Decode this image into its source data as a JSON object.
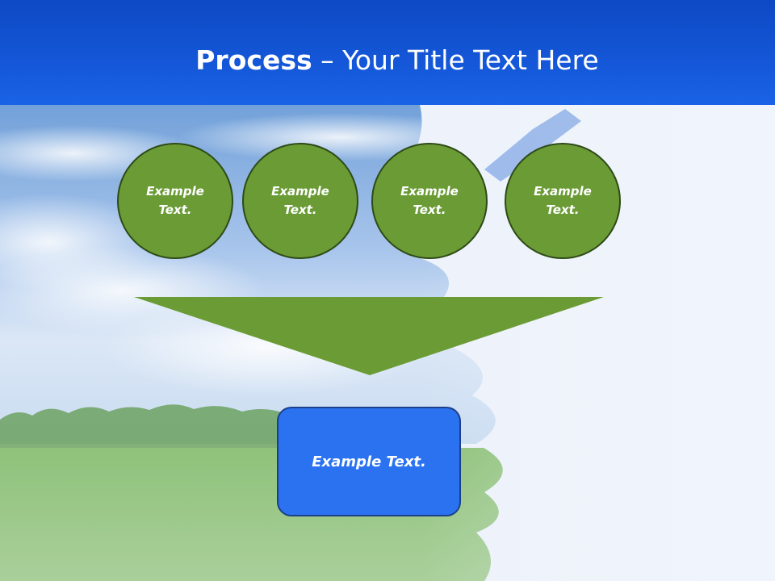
{
  "slide": {
    "title_bold": "Process",
    "title_rest": " – Your Title Text Here",
    "circles": [
      {
        "label": "Example Text."
      },
      {
        "label": "Example Text."
      },
      {
        "label": "Example Text."
      },
      {
        "label": "Example Text."
      }
    ],
    "result": {
      "label": "Example Text."
    }
  },
  "colors": {
    "header_blue": "#1457d8",
    "circle_green": "#6a9b35",
    "circle_border": "#2e4a17",
    "funnel_green": "#6a9b35",
    "box_blue": "#2b72f0"
  },
  "icons": [
    "landscape-background-image",
    "paintbrush-image"
  ]
}
